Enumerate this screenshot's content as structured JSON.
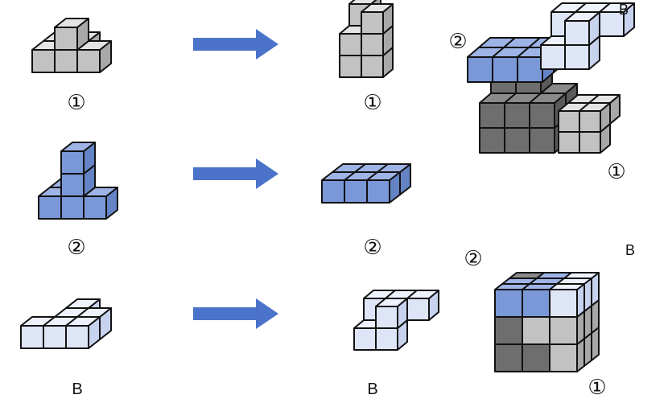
{
  "labels": {
    "piece1": "①",
    "piece2": "②",
    "pieceB": "B"
  },
  "colors": {
    "gray_top": "#e4e4e4",
    "gray_left": "#c2c2c2",
    "gray_right": "#a8a8a8",
    "blue_top": "#9eb4e6",
    "blue_left": "#7a98d8",
    "blue_right": "#6584c6",
    "light_top": "#eef2fc",
    "light_left": "#dde5f6",
    "light_right": "#c6d2ee",
    "dark_top": "#8a8a8a",
    "dark_left": "#6e6e6e",
    "dark_right": "#5a5a5a",
    "arrow": "#4a73c9",
    "stroke": "#111111"
  },
  "icons": [
    "right-arrow-icon"
  ]
}
